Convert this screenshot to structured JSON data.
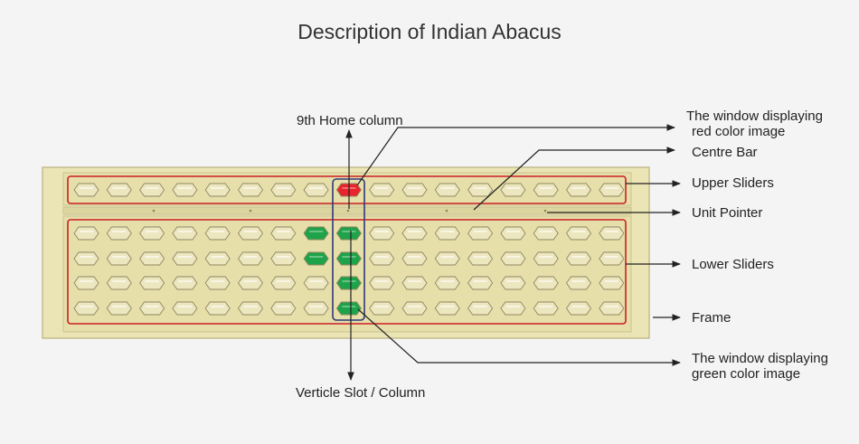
{
  "title": "Description of Indian Abacus",
  "labels": {
    "home_column": "9th Home column",
    "red_window_line1": "The window displaying",
    "red_window_line2": "red color image",
    "centre_bar": "Centre Bar",
    "upper_sliders": "Upper Sliders",
    "unit_pointer": "Unit Pointer",
    "lower_sliders": "Lower Sliders",
    "frame": "Frame",
    "green_window_line1": "The window displaying",
    "green_window_line2": "green color image",
    "vertical_slot": "Verticle Slot / Column"
  },
  "abacus": {
    "columns": 17,
    "home_column": 9,
    "upper_rows": 1,
    "lower_rows": 4,
    "red_cells": [
      {
        "row": "upper",
        "row_index": 0,
        "col": 9
      }
    ],
    "green_cells": [
      {
        "row": "lower",
        "row_index": 0,
        "col": 8
      },
      {
        "row": "lower",
        "row_index": 0,
        "col": 9
      },
      {
        "row": "lower",
        "row_index": 1,
        "col": 8
      },
      {
        "row": "lower",
        "row_index": 1,
        "col": 9
      },
      {
        "row": "lower",
        "row_index": 2,
        "col": 9
      },
      {
        "row": "lower",
        "row_index": 3,
        "col": 9
      }
    ]
  },
  "colors": {
    "frame": "#ebe5b6",
    "frame_border": "#b9b07e",
    "bead": "#ede7bf",
    "bead_stroke": "#8e8660",
    "red": "#e8242c",
    "green": "#1fa34a",
    "outline_red": "#cc1f26",
    "outline_blue": "#2e3a78",
    "arrow": "#222222"
  }
}
